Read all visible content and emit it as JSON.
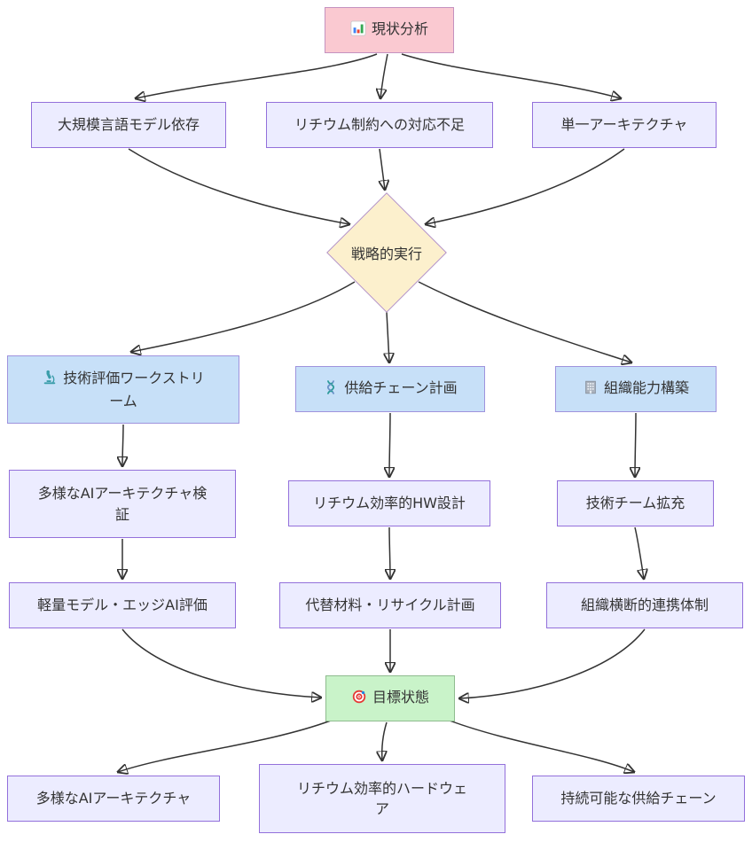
{
  "diagram": {
    "type": "flowchart",
    "direction": "top-down",
    "colors": {
      "background": "#ffffff",
      "default_fill": "#ECECFF",
      "default_border": "#9370DB",
      "current_state_fill": "#FAC9D1",
      "decision_fill": "#FCF0CD",
      "workstream_fill": "#C7E0F8",
      "goal_fill": "#C9F3C9",
      "edge": "#333333",
      "text": "#333333"
    },
    "nodes": {
      "current_state": {
        "label": "現状分析",
        "icon": "bar-chart-icon"
      },
      "problem_llm": {
        "label": "大規模言語モデル依存"
      },
      "problem_lithium": {
        "label": "リチウム制約への対応不足"
      },
      "problem_single": {
        "label": "単一アーキテクチャ"
      },
      "decision": {
        "label": "戦略的実行"
      },
      "ws_tech_eval": {
        "label": "技術評価ワークストリーム",
        "icon": "microscope-icon"
      },
      "ws_supply": {
        "label": "供給チェーン計画",
        "icon": "dna-icon"
      },
      "ws_org": {
        "label": "組織能力構築",
        "icon": "building-icon"
      },
      "tech_diverse_ai": {
        "label": "多様なAIアーキテクチャ検証"
      },
      "supply_hw": {
        "label": "リチウム効率的HW設計"
      },
      "org_team": {
        "label": "技術チーム拡充"
      },
      "tech_edge_ai": {
        "label": "軽量モデル・エッジAI評価"
      },
      "supply_recycle": {
        "label": "代替材料・リサイクル計画"
      },
      "org_cross": {
        "label": "組織横断的連携体制"
      },
      "goal": {
        "label": "目標状態",
        "icon": "target-icon"
      },
      "goal_diverse_ai": {
        "label": "多様なAIアーキテクチャ"
      },
      "goal_hw": {
        "label": "リチウム効率的ハードウェア"
      },
      "goal_supply": {
        "label": "持続可能な供給チェーン"
      }
    },
    "edges": [
      {
        "from": "current_state",
        "to": "problem_llm"
      },
      {
        "from": "current_state",
        "to": "problem_lithium"
      },
      {
        "from": "current_state",
        "to": "problem_single"
      },
      {
        "from": "problem_llm",
        "to": "decision"
      },
      {
        "from": "problem_lithium",
        "to": "decision"
      },
      {
        "from": "problem_single",
        "to": "decision"
      },
      {
        "from": "decision",
        "to": "ws_tech_eval"
      },
      {
        "from": "decision",
        "to": "ws_supply"
      },
      {
        "from": "decision",
        "to": "ws_org"
      },
      {
        "from": "ws_tech_eval",
        "to": "tech_diverse_ai"
      },
      {
        "from": "ws_supply",
        "to": "supply_hw"
      },
      {
        "from": "ws_org",
        "to": "org_team"
      },
      {
        "from": "tech_diverse_ai",
        "to": "tech_edge_ai"
      },
      {
        "from": "supply_hw",
        "to": "supply_recycle"
      },
      {
        "from": "org_team",
        "to": "org_cross"
      },
      {
        "from": "tech_edge_ai",
        "to": "goal"
      },
      {
        "from": "supply_recycle",
        "to": "goal"
      },
      {
        "from": "org_cross",
        "to": "goal"
      },
      {
        "from": "goal",
        "to": "goal_diverse_ai"
      },
      {
        "from": "goal",
        "to": "goal_hw"
      },
      {
        "from": "goal",
        "to": "goal_supply"
      }
    ]
  }
}
